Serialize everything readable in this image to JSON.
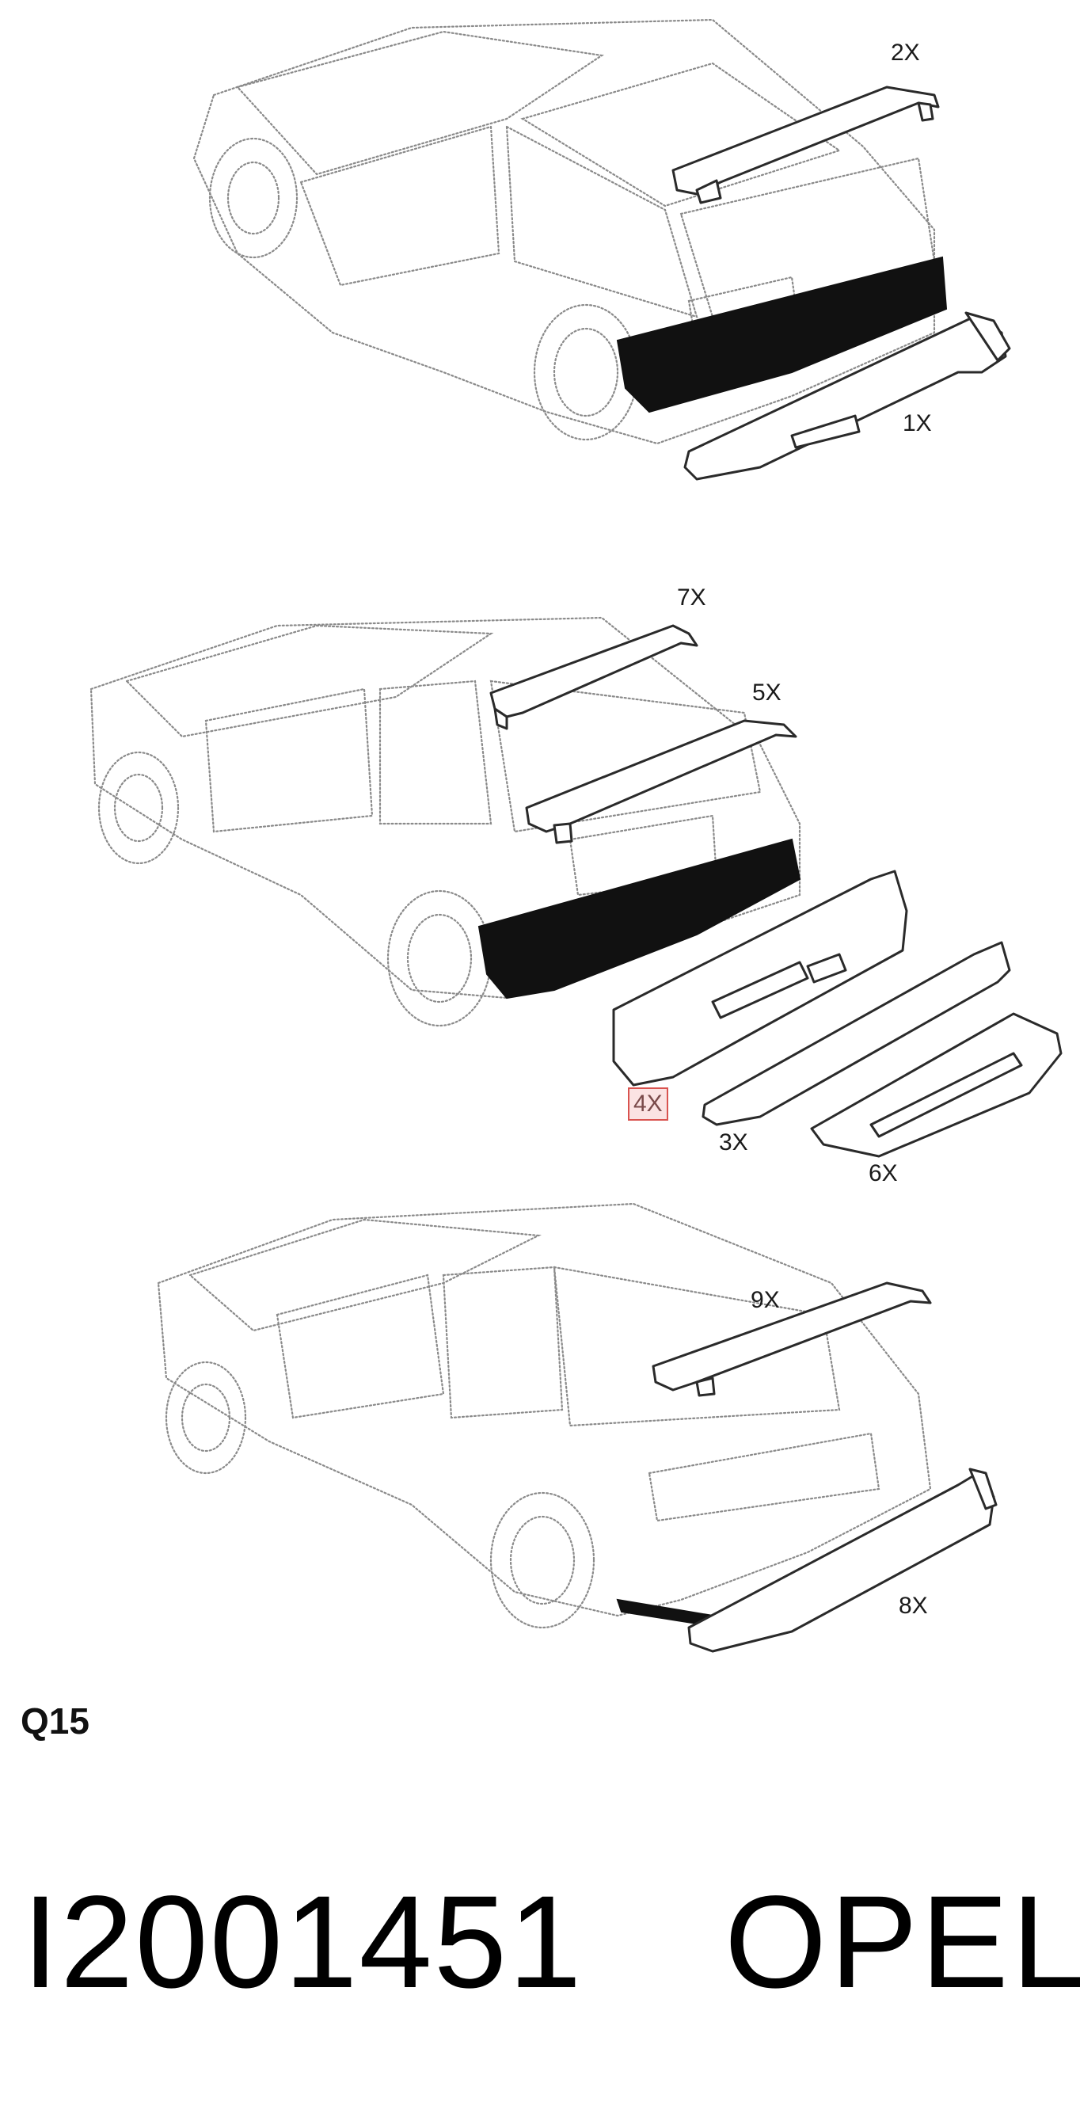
{
  "callouts": {
    "p1": "1X",
    "p2": "2X",
    "p3": "3X",
    "p4": "4X",
    "p5": "5X",
    "p6": "6X",
    "p7": "7X",
    "p8": "8X",
    "p9": "9X"
  },
  "footer": {
    "code": "Q15",
    "part_number": "I2001451",
    "brand": "OPEL"
  },
  "colors": {
    "outline": "#333333",
    "dotted": "#8a8a8a",
    "bumper_fill": "#111111",
    "highlight_border": "#d9534f",
    "highlight_fill": "#fbe3e3"
  }
}
